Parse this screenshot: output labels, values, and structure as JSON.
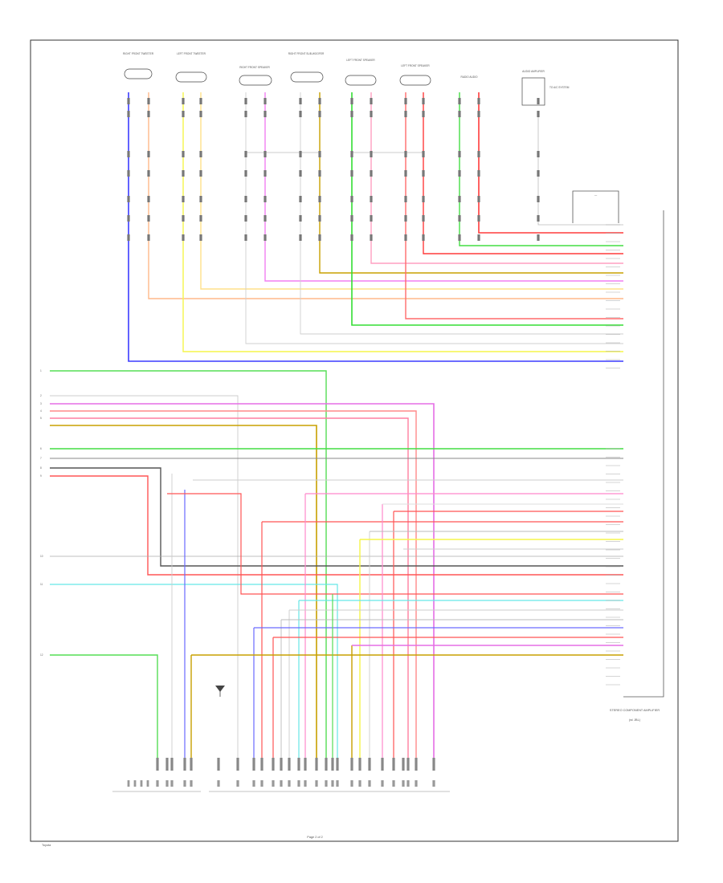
{
  "diagram": {
    "footer_left": "Toyota",
    "footer_center": "Page 2 of 2",
    "ground_symbol": "ground-icon"
  },
  "components": [
    {
      "label": "RIGHT FRONT TWEETER"
    },
    {
      "label": "LEFT FRONT TWEETER"
    },
    {
      "label": "RIGHT FRONT SPEAKER"
    },
    {
      "label": "RIGHT FRONT SUB-WOOFER"
    },
    {
      "label": "LEFT FRONT SPEAKER"
    },
    {
      "label": "LEFT FRONT SPEAKER"
    },
    {
      "label": "RADIO AUDIO"
    },
    {
      "label": "AUDIO AMPLIFIER"
    }
  ],
  "side_labels": {
    "right_block": "STEREO COMPONENT AMPLIFIER",
    "right_block_sub": "(w/ JBL)",
    "boxed_note": "TO A/C SYSTEM"
  },
  "left_markers": [
    "1",
    "2",
    "3",
    "4",
    "5",
    "6",
    "7",
    "8",
    "9",
    "10",
    "11",
    "12"
  ]
}
